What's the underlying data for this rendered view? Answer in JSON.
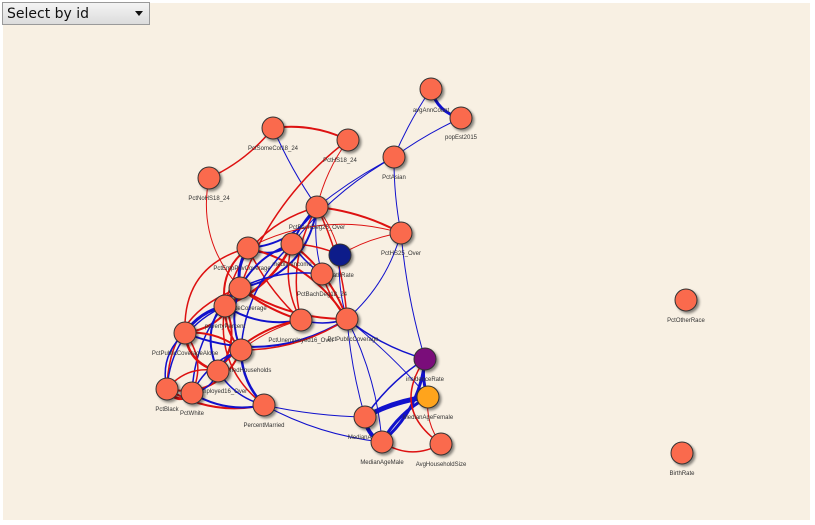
{
  "selector": {
    "label": "Select by id"
  },
  "graph": {
    "colors": {
      "background": "#f8f0e3",
      "node": "#fa6a4e",
      "node_stroke": "#333333",
      "edge_positive": "#1111cc",
      "edge_negative": "#dd1111",
      "node_highlight_purple": "#7a0a7a",
      "node_highlight_navy": "#0a1a8a",
      "node_highlight_orange": "#ffa41a"
    },
    "nodes": [
      {
        "id": "avgAnnCount",
        "label": "avgAnnCount"
      },
      {
        "id": "popEst2015",
        "label": "popEst2015"
      },
      {
        "id": "PctAsian",
        "label": "PctAsian"
      },
      {
        "id": "PctSomeCol18_24",
        "label": "PctSomeCol18_24"
      },
      {
        "id": "PctHS18_24",
        "label": "PctHS18_24"
      },
      {
        "id": "PctNoHS18_24",
        "label": "PctNoHS18_24"
      },
      {
        "id": "PctBachDeg25_Over",
        "label": "PctBachDeg25_Over"
      },
      {
        "id": "PctHS25_Over",
        "label": "PctHS25_Over"
      },
      {
        "id": "deathRate",
        "label": "deathRate"
      },
      {
        "id": "PctEmpPrivCoverage",
        "label": "PctEmpPrivCoverage"
      },
      {
        "id": "medianIncome",
        "label": "medianIncome"
      },
      {
        "id": "PctBachDeg18_24",
        "label": "PctBachDeg18_24"
      },
      {
        "id": "PctPrivateCoverage",
        "label": "PctPrivateCoverage"
      },
      {
        "id": "povertyPercent",
        "label": "povertyPercent"
      },
      {
        "id": "PctUnemployed16_Over",
        "label": "PctUnemployed16_Over"
      },
      {
        "id": "PctPublicCoverage",
        "label": "PctPublicCoverage"
      },
      {
        "id": "PctPublicCoverageAlone",
        "label": "PctPublicCoverageAlone"
      },
      {
        "id": "PctMarriedHouseholds",
        "label": "PctMarriedHouseholds"
      },
      {
        "id": "PctEmployed16_Over",
        "label": "PctEmployed16_Over"
      },
      {
        "id": "PctBlack",
        "label": "PctBlack"
      },
      {
        "id": "PctWhite",
        "label": "PctWhite"
      },
      {
        "id": "PercentMarried",
        "label": "PercentMarried"
      },
      {
        "id": "incidenceRate",
        "label": "incidenceRate"
      },
      {
        "id": "MedianAgeFemale",
        "label": "MedianAgeFemale"
      },
      {
        "id": "MedianAge",
        "label": "MedianAge"
      },
      {
        "id": "MedianAgeMale",
        "label": "MedianAgeMale"
      },
      {
        "id": "AvgHouseholdSize",
        "label": "AvgHouseholdSize"
      },
      {
        "id": "PctOtherRace",
        "label": "PctOtherRace"
      },
      {
        "id": "BirthRate",
        "label": "BirthRate"
      }
    ]
  }
}
